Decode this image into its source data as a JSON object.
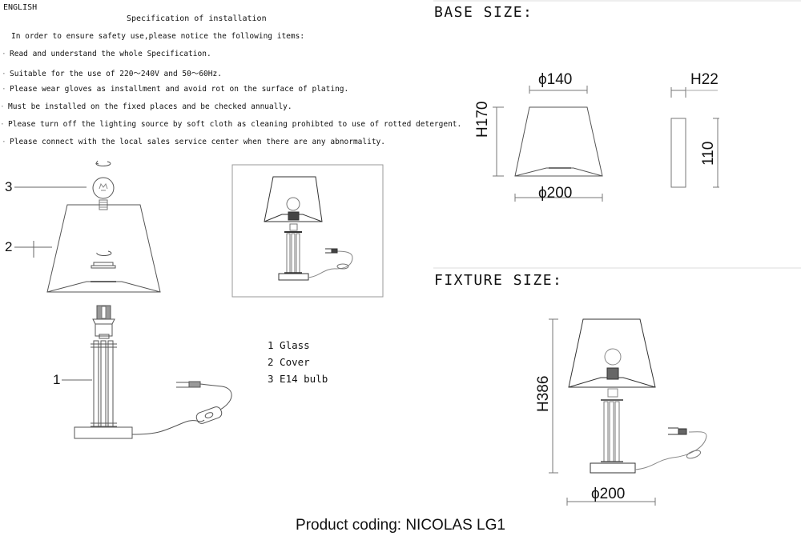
{
  "spec": {
    "language": "ENGLISH",
    "title": "Specification of installation",
    "intro": "In order to ensure safety use,please notice the following items:",
    "items": [
      "Read and understand the whole Specification.",
      "Suitable for the use of 220～240V and 50～60Hz.",
      "Please wear gloves as installment and avoid rot on the surface of plating.",
      "Must be installed on the fixed places and be checked annually.",
      "Please turn off the lighting source by soft cloth as cleaning prohibted to use of rotted detergent.",
      "Please connect with the local sales service center when there are any abnormality."
    ]
  },
  "assembly": {
    "callouts": [
      "1",
      "2",
      "3"
    ],
    "legend": [
      "1 Glass",
      "2 Cover",
      "3 E14 bulb"
    ]
  },
  "base_size": {
    "heading": "BASE SIZE:",
    "shade_top_diameter": "ϕ140",
    "shade_height": "H170",
    "shade_bottom_diameter": "ϕ200",
    "side_width": "H22",
    "side_height": "110"
  },
  "fixture_size": {
    "heading": "FIXTURE SIZE:",
    "height": "H386",
    "diameter": "ϕ200"
  },
  "footer": {
    "product_coding": "Product coding: NICOLAS LG1"
  }
}
